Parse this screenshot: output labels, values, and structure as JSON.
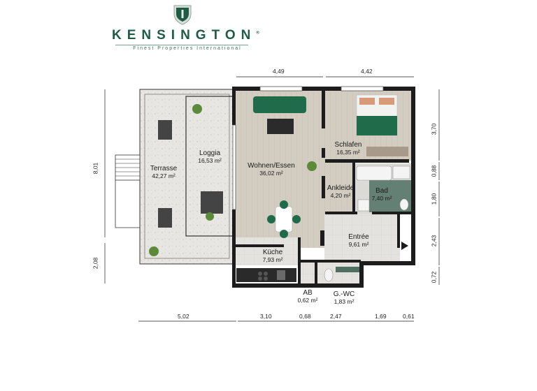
{
  "brand": {
    "name": "KENSINGTON",
    "registered": "®",
    "tagline": "Finest Properties International",
    "emblem_letter": "|",
    "color": "#1f5c45"
  },
  "rooms": [
    {
      "name": "Terrasse",
      "area": "42,27 m²"
    },
    {
      "name": "Loggia",
      "area": "16,53 m²"
    },
    {
      "name": "Wohnen/Essen",
      "area": "36,02 m²"
    },
    {
      "name": "Schlafen",
      "area": "16,35 m²"
    },
    {
      "name": "Ankleide",
      "area": "4,20 m²"
    },
    {
      "name": "Bad",
      "area": "7,40 m²"
    },
    {
      "name": "Entrée",
      "area": "9,61 m²"
    },
    {
      "name": "Küche",
      "area": "7,93 m²"
    },
    {
      "name": "AB",
      "area": "0,62 m²"
    },
    {
      "name": "G.-WC",
      "area": "1,83 m²"
    }
  ],
  "dimensions": {
    "top": [
      "4,49",
      "4,42"
    ],
    "bottom": [
      "5,02",
      "3,10",
      "0,68",
      "2,47",
      "1,69",
      "0,61"
    ],
    "left": [
      "8,01",
      "2,08"
    ],
    "right": [
      "3,70",
      "0,88",
      "1,80",
      "2,43",
      "0,72"
    ]
  },
  "colors": {
    "wall": "#1c1c1c",
    "floor_wood": "#cfc7bb",
    "floor_tile": "#e2e0dc",
    "terrace": "#e9e7e3",
    "bath_tile": "#4f6f62",
    "sofa_green": "#1f6b4a"
  }
}
